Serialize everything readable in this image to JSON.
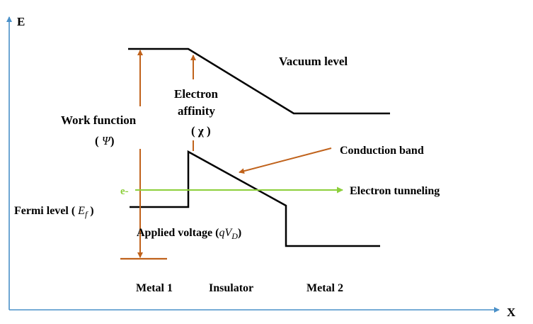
{
  "axes": {
    "y_label": "E",
    "x_label": "X"
  },
  "labels": {
    "vacuum_level": "Vacuum level",
    "electron_affinity_line1": "Electron",
    "electron_affinity_line2": "affinity",
    "electron_affinity_symbol": "( χ )",
    "work_function": "Work function",
    "work_function_symbol_open": "( ",
    "work_function_symbol": "Ψ",
    "work_function_symbol_close": ")",
    "conduction_band": "Conduction band",
    "electron": "e-",
    "electron_tunneling": "Electron tunneling",
    "fermi_level_prefix": "Fermi level ( ",
    "fermi_level_symbol": "E",
    "fermi_level_subscript": "f",
    "fermi_level_suffix": " )",
    "applied_voltage_prefix": "Applied voltage (",
    "applied_voltage_symbol": "qV",
    "applied_voltage_subscript": "D",
    "applied_voltage_suffix": ")",
    "metal_1": "Metal 1",
    "insulator": "Insulator",
    "metal_2": "Metal 2"
  },
  "colors": {
    "axis": "#4a90c8",
    "band_lines": "#000000",
    "arrows": "#c0621b",
    "tunneling": "#8ccf3b",
    "text": "#000000"
  }
}
